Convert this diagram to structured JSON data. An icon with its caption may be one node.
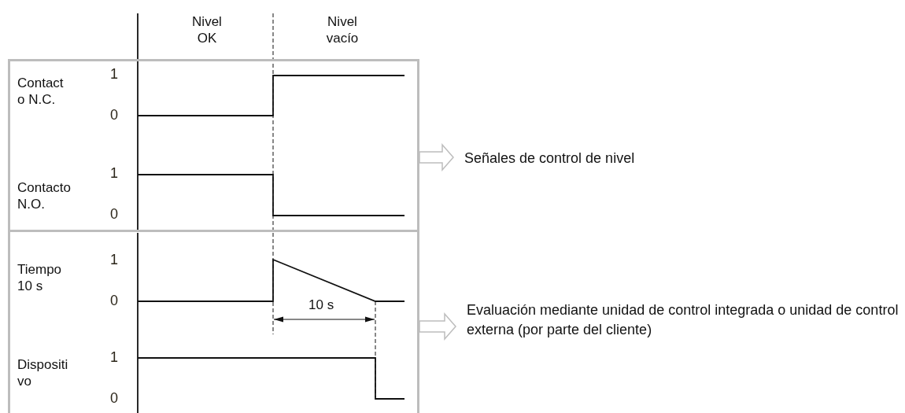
{
  "diagram": {
    "nodes": [
      {
        "text": [],
        "shape": "box"
      },
      {
        "text": [],
        "shape": "box"
      },
      {
        "text": [
          "Señales de control de nivel"
        ]
      },
      {
        "text": [
          "Evaluación mediante unidad de control integrada o unidad de control externa (por parte del cliente)"
        ]
      }
    ],
    "edges": [
      {
        "from": 0,
        "to": 2,
        "arrow": "to"
      },
      {
        "from": 1,
        "to": 3,
        "arrow": "to"
      }
    ],
    "labels": [
      "Nivel OK",
      "Nivel vacío",
      "Contact o N.C.",
      "1",
      "0",
      "Contacto N.O.",
      "1",
      "0",
      "Tiempo 10 s",
      "1",
      "0",
      "10 s",
      "Dispositi vo",
      "1",
      "0"
    ]
  }
}
